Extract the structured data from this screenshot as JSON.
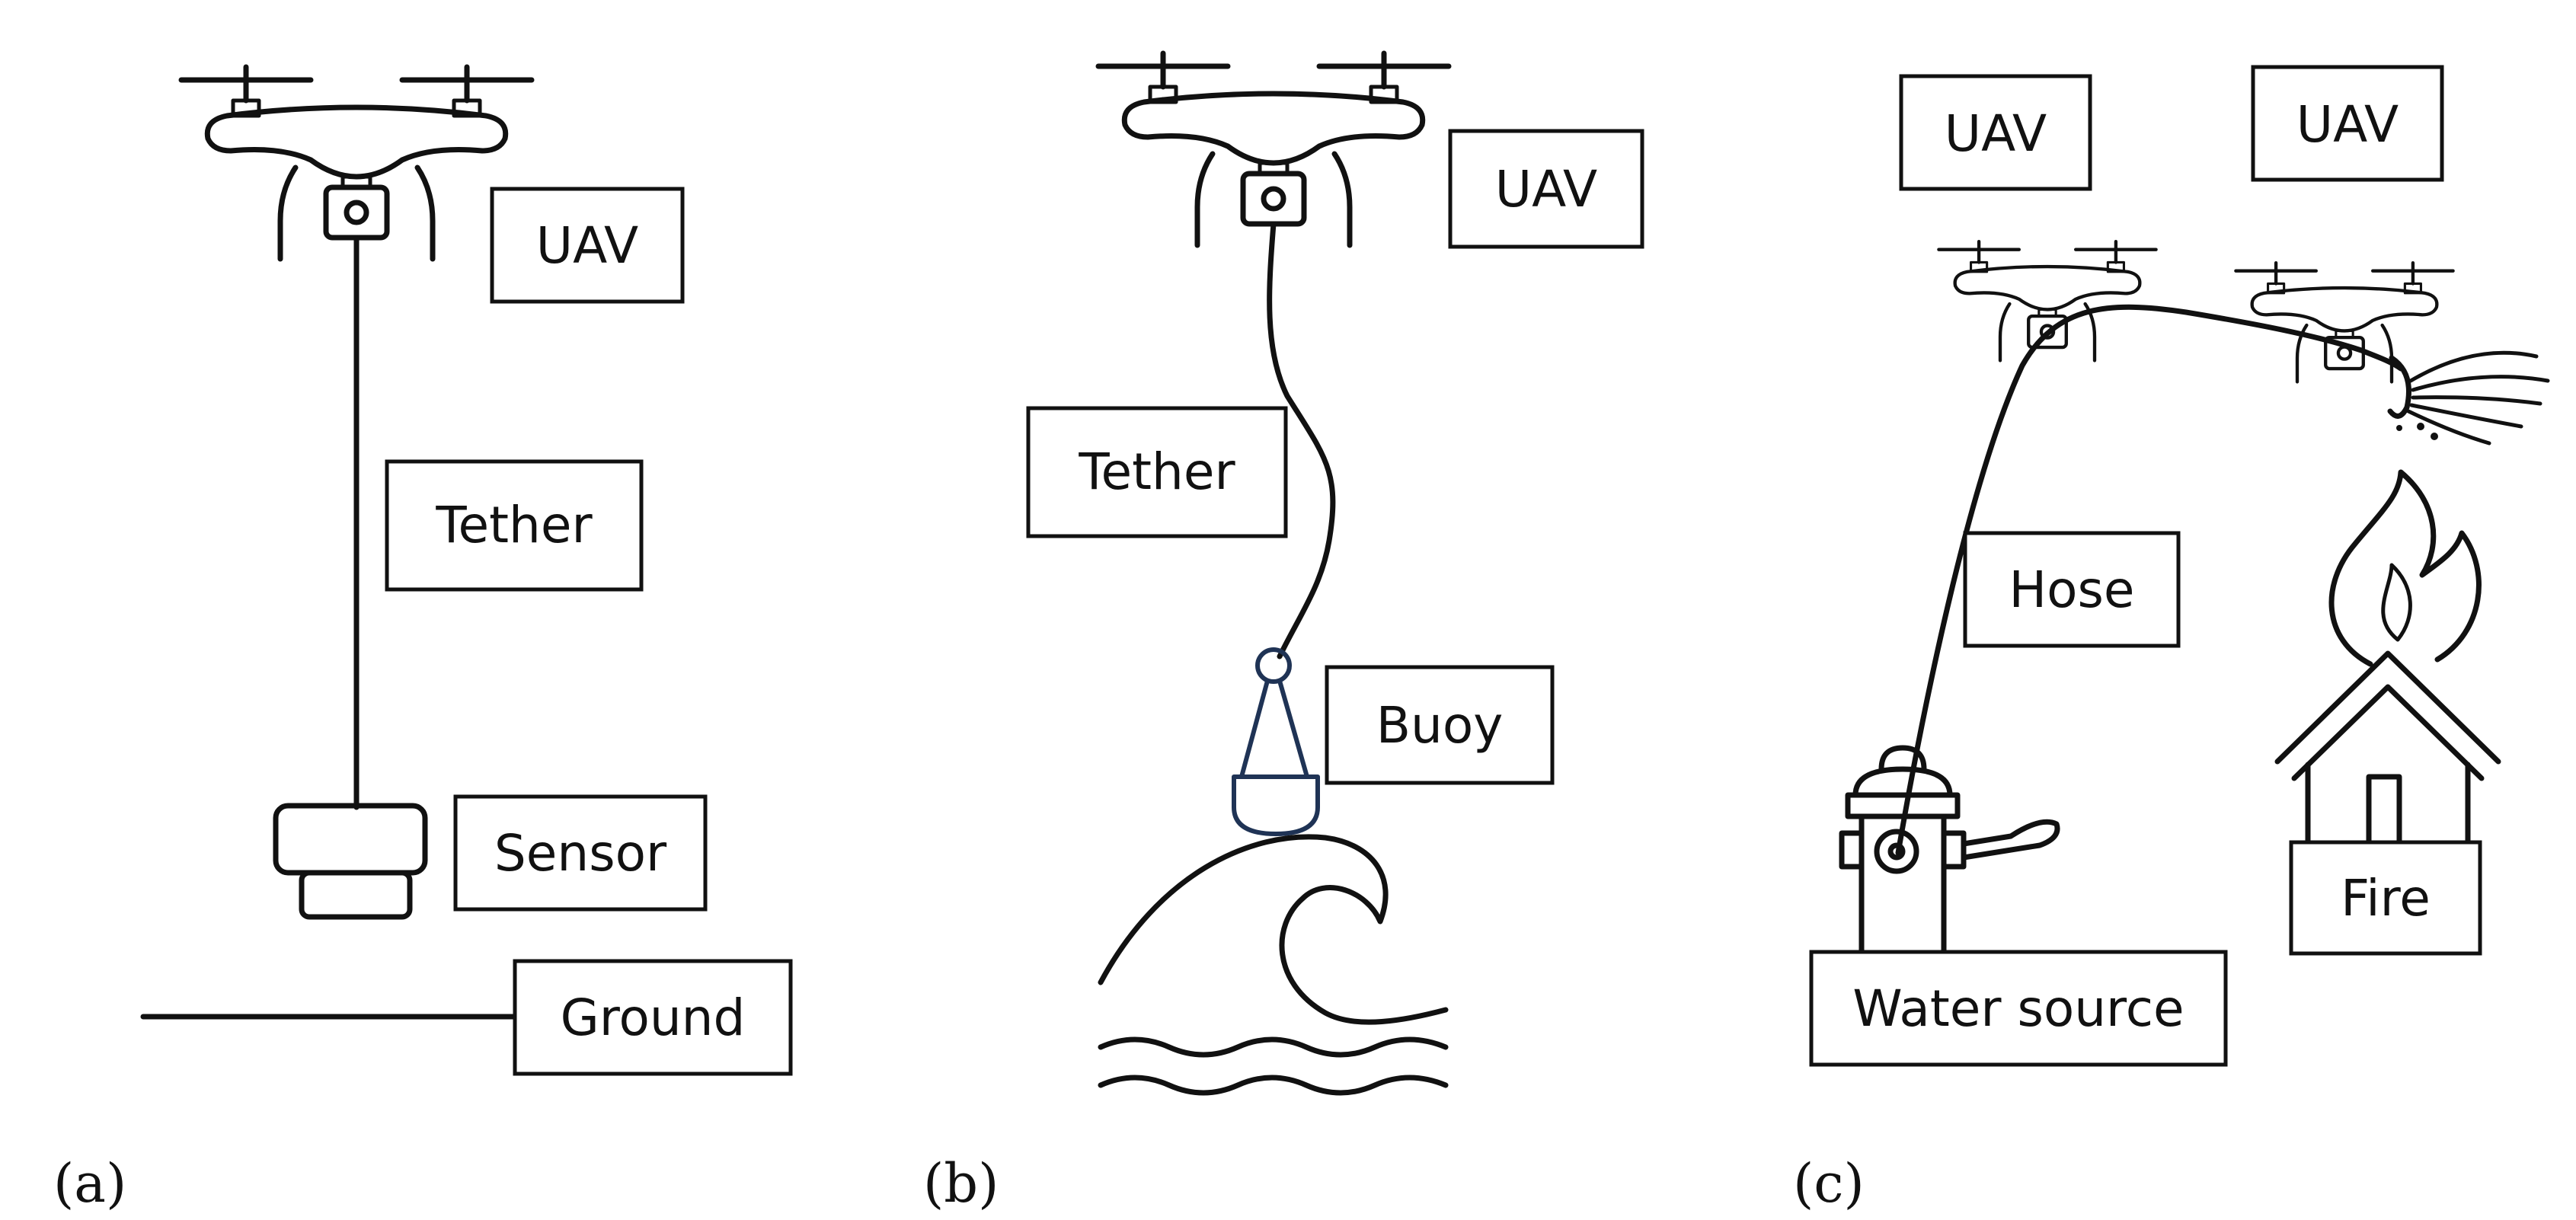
{
  "panels": {
    "a": {
      "caption": "(a)",
      "labels": {
        "uav": "UAV",
        "tether": "Tether",
        "sensor": "Sensor",
        "ground": "Ground"
      }
    },
    "b": {
      "caption": "(b)",
      "labels": {
        "uav": "UAV",
        "tether": "Tether",
        "buoy": "Buoy"
      }
    },
    "c": {
      "caption": "(c)",
      "labels": {
        "uav_left": "UAV",
        "uav_right": "UAV",
        "hose": "Hose",
        "fire": "Fire",
        "water_source": "Water source"
      }
    }
  },
  "colors": {
    "line": "#111111",
    "buoy": "#1f3355",
    "background": "#ffffff"
  }
}
